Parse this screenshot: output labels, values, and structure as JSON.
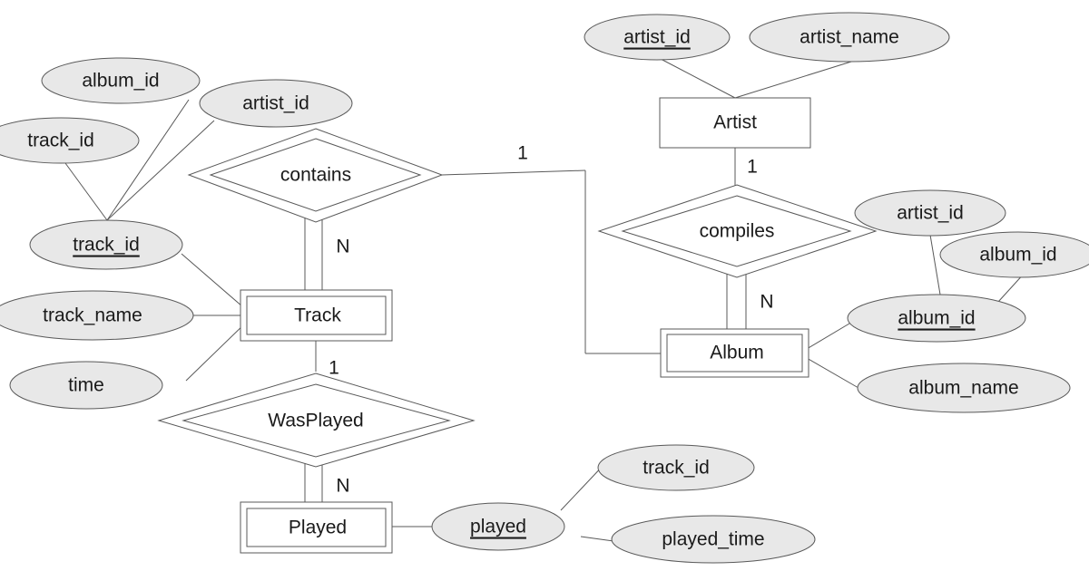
{
  "diagram": {
    "entities": {
      "artist": "Artist",
      "album": "Album",
      "track": "Track",
      "played": "Played"
    },
    "relationships": {
      "contains": "contains",
      "compiles": "compiles",
      "was_played": "WasPlayed"
    },
    "attributes": {
      "artist_artist_id": "artist_id",
      "artist_artist_name": "artist_name",
      "album_artist_id": "artist_id",
      "album_album_id": "album_id",
      "album_album_id_key": "album_id",
      "album_album_name": "album_name",
      "track_album_id": "album_id",
      "track_artist_id": "artist_id",
      "track_track_id": "track_id",
      "track_track_id_key": "track_id",
      "track_track_name": "track_name",
      "track_time": "time",
      "played_track_id": "track_id",
      "played_played_key": "played",
      "played_played_time": "played_time"
    },
    "cardinalities": {
      "contains_album": "1",
      "contains_track": "N",
      "compiles_artist": "1",
      "compiles_album": "N",
      "wasplayed_track": "1",
      "wasplayed_played": "N"
    }
  }
}
